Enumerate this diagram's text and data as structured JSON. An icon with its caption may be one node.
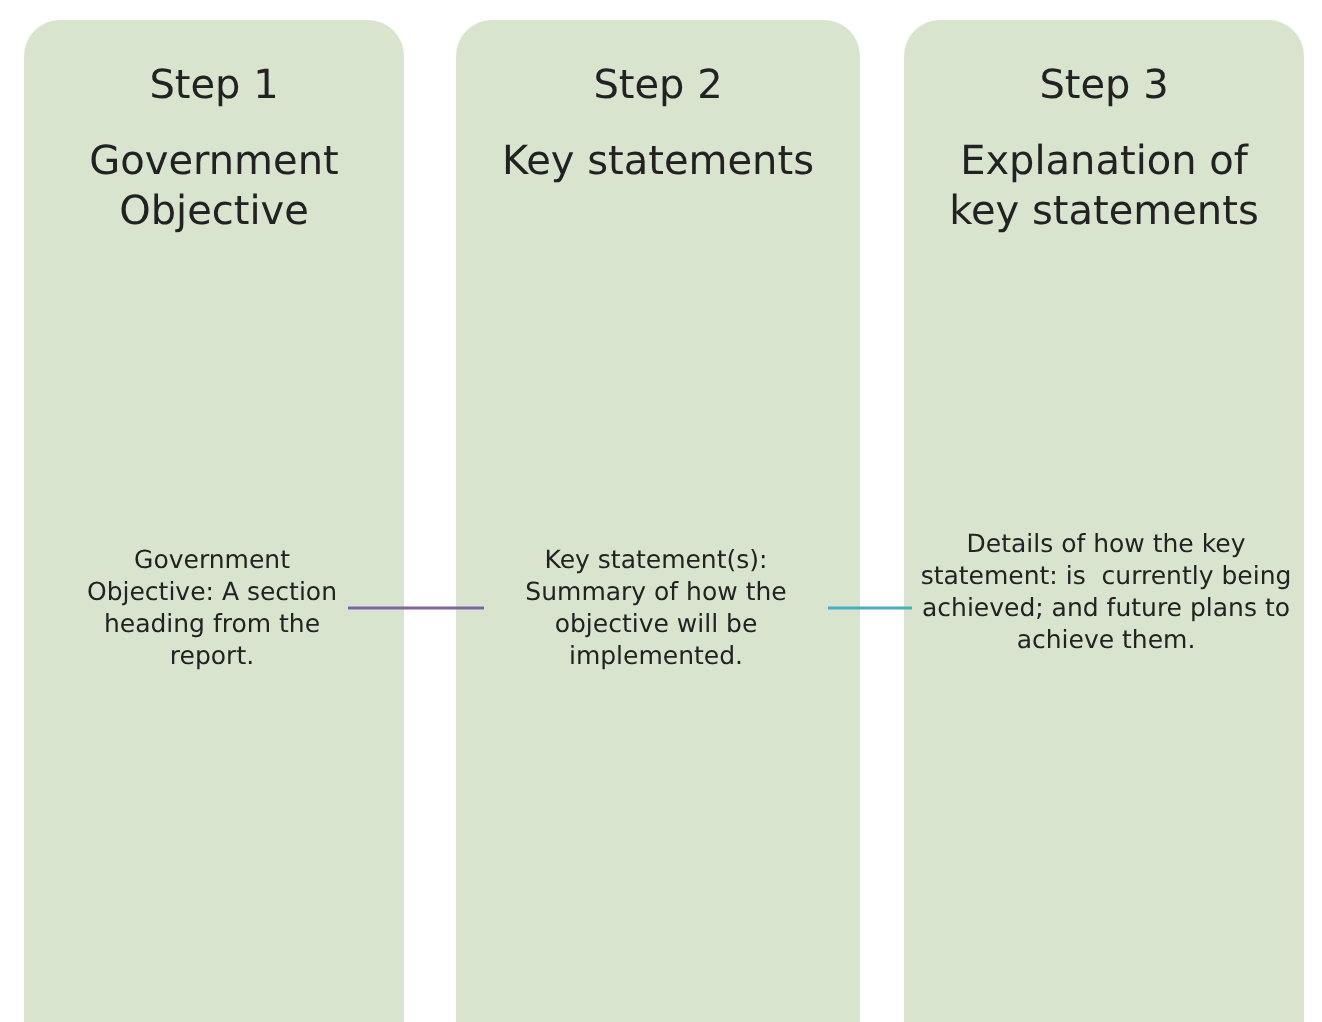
{
  "diagram": {
    "nodes": [
      {
        "text": [
          "Step 1",
          "Government Objective"
        ]
      },
      {
        "text": [
          "Government Objective: A section heading from the report."
        ],
        "in": 0
      },
      {
        "text": [
          "Step 2",
          "Key statements"
        ]
      },
      {
        "text": [
          "Key statement(s): Summary of how the objective will be implemented."
        ],
        "in": 2
      },
      {
        "text": [
          "Step 3",
          "Explanation of key statements"
        ]
      },
      {
        "text": [
          "Details of how the key statement: is  currently being achieved; and future plans to achieve them."
        ],
        "in": 4
      }
    ],
    "edges": [
      {
        "from": 1,
        "to": 3,
        "arrow": "none",
        "color": "#8064a2"
      },
      {
        "from": 3,
        "to": 5,
        "arrow": "none",
        "color": "#4bacc6"
      }
    ]
  }
}
